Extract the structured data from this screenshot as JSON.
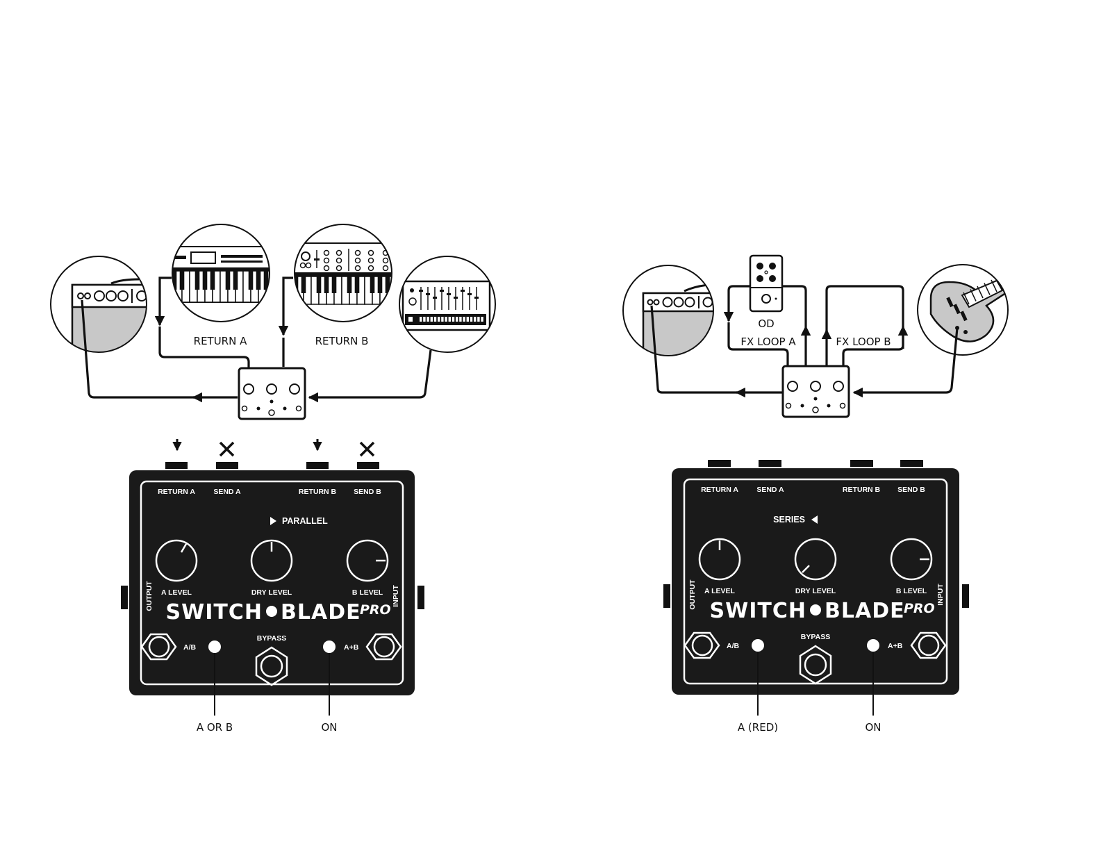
{
  "left_diagram": {
    "labels": {
      "return_a": "RETURN A",
      "return_b": "RETURN B"
    },
    "pedal": {
      "jacks": {
        "return_a": "RETURN A",
        "send_a": "SEND A",
        "return_b": "RETURN B",
        "send_b": "SEND B"
      },
      "mode": "PARALLEL",
      "knobs": {
        "a": "A LEVEL",
        "dry": "DRY LEVEL",
        "b": "B LEVEL"
      },
      "sides": {
        "output": "OUTPUT",
        "input": "INPUT"
      },
      "brand": {
        "switch": "SWITCH",
        "blade": "BLADE",
        "pro": "PRO"
      },
      "switches": {
        "ab": "A/B",
        "bypass": "BYPASS",
        "aplusb": "A+B"
      }
    },
    "callouts": {
      "led_ab": "A OR B",
      "led_aplusb": "ON"
    }
  },
  "right_diagram": {
    "labels": {
      "od": "OD",
      "fx_loop_a": "FX LOOP A",
      "fx_loop_b": "FX LOOP B"
    },
    "pedal": {
      "jacks": {
        "return_a": "RETURN A",
        "send_a": "SEND A",
        "return_b": "RETURN B",
        "send_b": "SEND B"
      },
      "mode": "SERIES",
      "knobs": {
        "a": "A LEVEL",
        "dry": "DRY LEVEL",
        "b": "B LEVEL"
      },
      "sides": {
        "output": "OUTPUT",
        "input": "INPUT"
      },
      "brand": {
        "switch": "SWITCH",
        "blade": "BLADE",
        "pro": "PRO"
      },
      "switches": {
        "ab": "A/B",
        "bypass": "BYPASS",
        "aplusb": "A+B"
      }
    },
    "callouts": {
      "led_ab": "A (RED)",
      "led_aplusb": "ON"
    }
  },
  "icons": [
    "amplifier-icon",
    "keyboard-synth-icon",
    "analog-synth-icon",
    "drum-machine-icon",
    "overdrive-pedal-icon",
    "electric-guitar-icon",
    "switchblade-pedal-icon",
    "arrow-down-icon",
    "cross-icon"
  ],
  "colors": {
    "ink": "#111111",
    "panel": "#1a1a1a",
    "paper": "#ffffff",
    "amp_fill": "#c8c8c8"
  }
}
